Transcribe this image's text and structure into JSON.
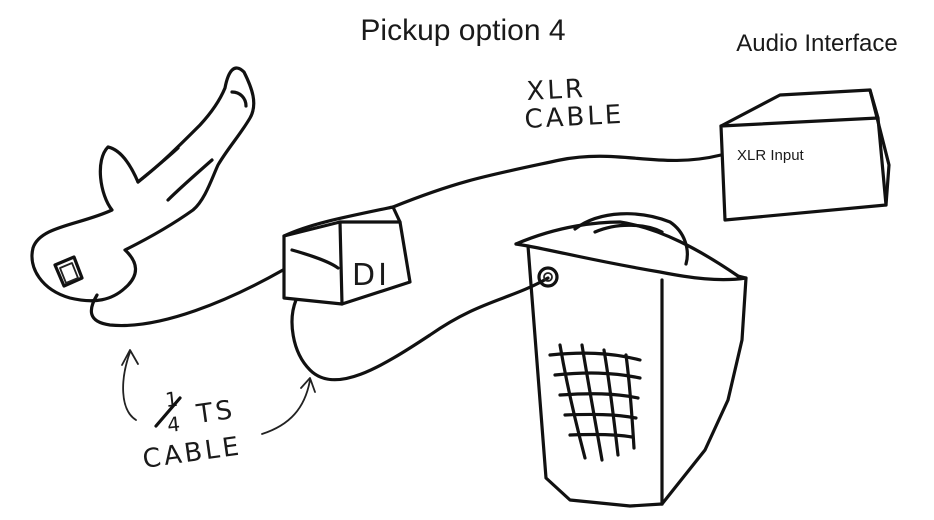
{
  "title": "Pickup option 4",
  "interface": {
    "label": "Audio Interface",
    "port_label": "XLR Input"
  },
  "xlr_cable": {
    "line1": "XLR",
    "line2": "CABLE"
  },
  "di_box": {
    "label": "DI"
  },
  "ts_cable": {
    "numerator": "1",
    "denominator": "4",
    "line1_suffix": "TS",
    "line2": "CABLE"
  },
  "colors": {
    "ink": "#111111",
    "background": "#ffffff"
  }
}
